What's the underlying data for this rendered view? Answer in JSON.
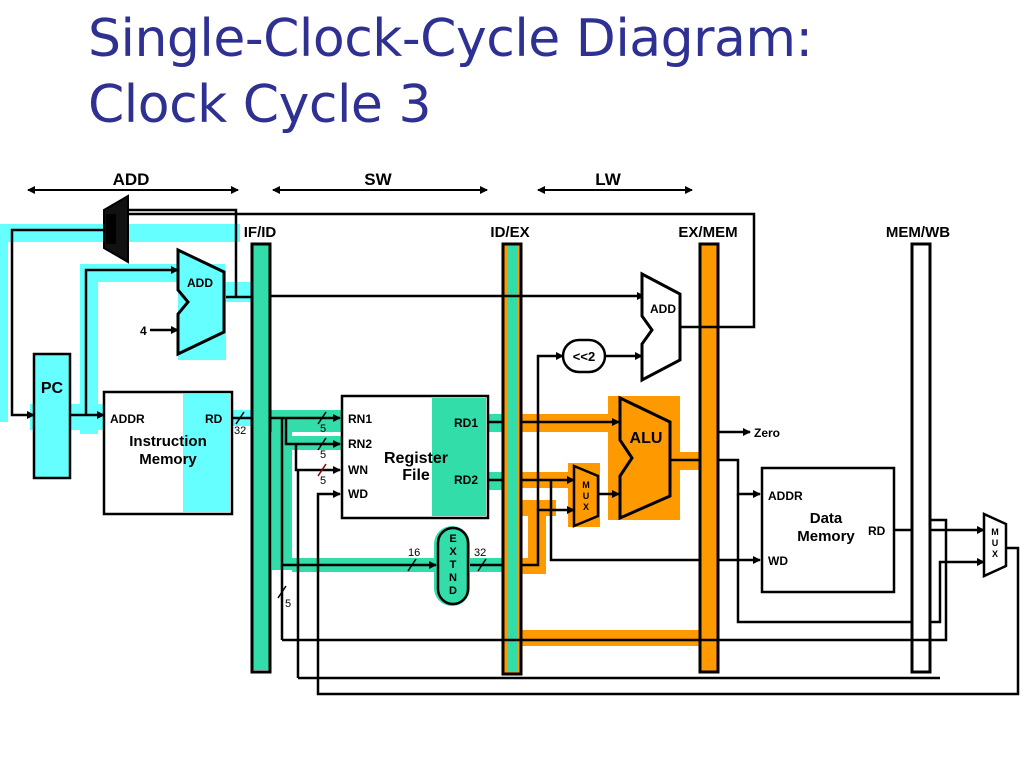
{
  "title": {
    "line1": "Single-Clock-Cycle Diagram:",
    "line2": "Clock Cycle 3"
  },
  "stages": {
    "add": "ADD",
    "sw": "SW",
    "lw": "LW"
  },
  "pipeline_registers": {
    "if_id": "IF/ID",
    "id_ex": "ID/EX",
    "ex_mem": "EX/MEM",
    "mem_wb": "MEM/WB"
  },
  "components": {
    "pc": "PC",
    "pc_adder": "ADD",
    "const_four": "4",
    "instr_mem_addr": "ADDR",
    "instr_mem_rd": "RD",
    "instr_mem_line1": "Instruction",
    "instr_mem_line2": "Memory",
    "reg_rn1": "RN1",
    "reg_rn2": "RN2",
    "reg_wn": "WN",
    "reg_wd": "WD",
    "reg_rd1": "RD1",
    "reg_rd2": "RD2",
    "reg_line1": "Register",
    "reg_line2": "File",
    "extend_letters": [
      "E",
      "X",
      "T",
      "N",
      "D"
    ],
    "shift_left": "<<2",
    "branch_adder": "ADD",
    "alu": "ALU",
    "zero": "Zero",
    "alu_mux_letters": [
      "M",
      "U",
      "X"
    ],
    "data_mem_addr": "ADDR",
    "data_mem_wd": "WD",
    "data_mem_rd": "RD",
    "data_mem_line1": "Data",
    "data_mem_line2": "Memory",
    "wb_mux_letters": [
      "M",
      "U",
      "X"
    ]
  },
  "bus_widths": {
    "instr": "32",
    "rn1": "5",
    "rn2": "5",
    "wn": "5",
    "imm_in": "16",
    "imm_out": "32",
    "wb_reg": "5"
  },
  "colors": {
    "title": "#2e3192",
    "if_stage": "#66ffff",
    "id_stage": "#33ddaa",
    "ex_stage": "#ff9900"
  }
}
